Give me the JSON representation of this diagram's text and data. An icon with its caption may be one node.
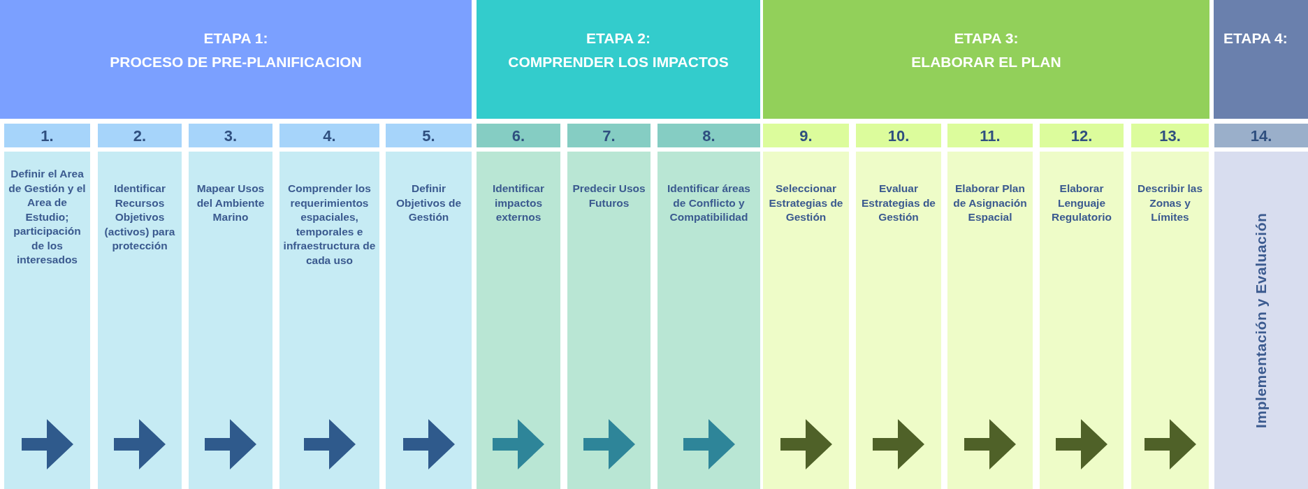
{
  "diagram": {
    "nodes": [
      {
        "text": [
          "ETAPA 1:",
          "PROCESO DE PRE-PLANIFICACION"
        ]
      },
      {
        "text": [
          "ETAPA 2:",
          "COMPRENDER LOS IMPACTOS"
        ]
      },
      {
        "text": [
          "ETAPA 3:",
          "ELABORAR EL PLAN"
        ]
      },
      {
        "text": [
          "ETAPA 4:"
        ]
      },
      {
        "text": [
          "1."
        ]
      },
      {
        "text": [
          "2."
        ]
      },
      {
        "text": [
          "3."
        ]
      },
      {
        "text": [
          "4."
        ]
      },
      {
        "text": [
          "5."
        ]
      },
      {
        "text": [
          "6."
        ]
      },
      {
        "text": [
          "7."
        ]
      },
      {
        "text": [
          "8."
        ]
      },
      {
        "text": [
          "9."
        ]
      },
      {
        "text": [
          "10."
        ]
      },
      {
        "text": [
          "11."
        ]
      },
      {
        "text": [
          "12."
        ]
      },
      {
        "text": [
          "13."
        ]
      },
      {
        "text": [
          "14."
        ]
      },
      {
        "text": [
          "Definir el Area de Gestión y el Area de Estudio; participación de los interesados"
        ]
      },
      {
        "text": [
          "Identificar Recursos Objetivos (activos) para protección"
        ]
      },
      {
        "text": [
          "Mapear Usos del Ambiente Marino"
        ]
      },
      {
        "text": [
          "Comprender los requerimientos espaciales, temporales e infraestructura de cada uso"
        ]
      },
      {
        "text": [
          "Definir Objetivos de Gestión"
        ]
      },
      {
        "text": [
          "Identificar impactos externos"
        ]
      },
      {
        "text": [
          "Predecir Usos Futuros"
        ]
      },
      {
        "text": [
          "Identificar áreas de Conflicto y Compatibilidad"
        ]
      },
      {
        "text": [
          "Seleccionar Estrategias de Gestión"
        ]
      },
      {
        "text": [
          "Evaluar Estrategias de Gestión"
        ]
      },
      {
        "text": [
          "Elaborar Plan de Asignación Espacial"
        ]
      },
      {
        "text": [
          "Elaborar Lenguaje Regulatorio"
        ]
      },
      {
        "text": [
          "Describir las Zonas y Límites"
        ]
      },
      {
        "text": [
          "Implementación y Evaluación"
        ]
      }
    ]
  }
}
